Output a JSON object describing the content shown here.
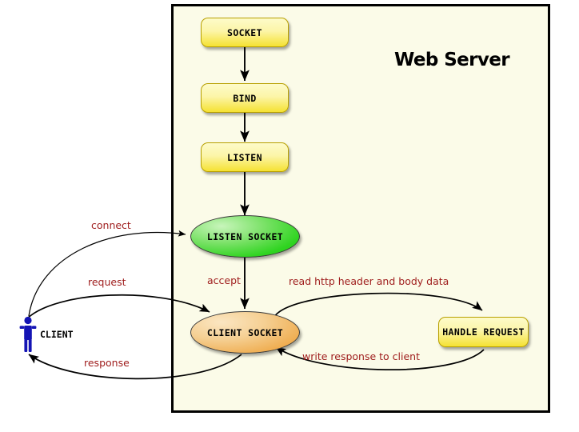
{
  "diagram": {
    "title": "Web Server",
    "frame_label": "web-server-boundary",
    "colors": {
      "frame_background": "#fbfbe8",
      "frame_border": "#000000",
      "box_fill_top": "#fdfbc9",
      "box_fill_bottom": "#f5e232",
      "listen_socket_fill": "#2fd420",
      "client_socket_fill": "#efac4e",
      "edge_label": "#9e1b1b",
      "client_actor": "#1414b4",
      "edge_stroke": "#000000"
    }
  },
  "nodes": {
    "socket": "SOCKET",
    "bind": "BIND",
    "listen": "LISTEN",
    "listen_socket": "LISTEN SOCKET",
    "client_socket": "CLIENT SOCKET",
    "handle_request": "HANDLE REQUEST",
    "client": "CLIENT"
  },
  "edges": [
    {
      "id": "socket-to-bind",
      "label": "",
      "from": "SOCKET",
      "to": "BIND"
    },
    {
      "id": "bind-to-listen",
      "label": "",
      "from": "BIND",
      "to": "LISTEN"
    },
    {
      "id": "listen-to-listen-socket",
      "label": "",
      "from": "LISTEN",
      "to": "LISTEN SOCKET"
    },
    {
      "id": "connect",
      "label": "connect",
      "from": "CLIENT",
      "to": "LISTEN SOCKET"
    },
    {
      "id": "accept",
      "label": "accept",
      "from": "LISTEN SOCKET",
      "to": "CLIENT SOCKET"
    },
    {
      "id": "request",
      "label": "request",
      "from": "CLIENT",
      "to": "CLIENT SOCKET"
    },
    {
      "id": "read-http",
      "label": "read http header and body data",
      "from": "CLIENT SOCKET",
      "to": "HANDLE REQUEST"
    },
    {
      "id": "write-response",
      "label": "write response to client",
      "from": "HANDLE REQUEST",
      "to": "CLIENT SOCKET"
    },
    {
      "id": "response",
      "label": "response",
      "from": "CLIENT SOCKET",
      "to": "CLIENT"
    }
  ],
  "edge_labels": {
    "connect": "connect",
    "request": "request",
    "response": "response",
    "accept": "accept",
    "read_http": "read http header and body data",
    "write_response": "write response to client"
  }
}
